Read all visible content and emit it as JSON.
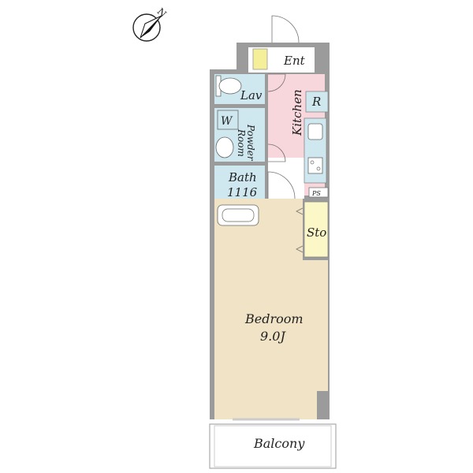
{
  "compass": {
    "north_label": "N"
  },
  "rooms": {
    "entrance": "Ent",
    "lavatory": "Lav",
    "kitchen": "Kitchen",
    "refrigerator": "R",
    "washer": "W",
    "powder_room_line1": "Powder",
    "powder_room_line2": "Room",
    "bath_line1": "Bath",
    "bath_line2": "1116",
    "pipe_space": "PS",
    "storage": "Sto",
    "bedroom_line1": "Bedroom",
    "bedroom_line2": "9.0J",
    "balcony": "Balcony"
  },
  "colors": {
    "wall": "#9b9b9b",
    "blue_room": "#cfe8f0",
    "kitchen": "#f7d6dc",
    "bedroom": "#f0e3c6",
    "storage": "#fbf7c6",
    "entrance_mat": "#f6ef9a",
    "balcony": "#ffffff"
  }
}
